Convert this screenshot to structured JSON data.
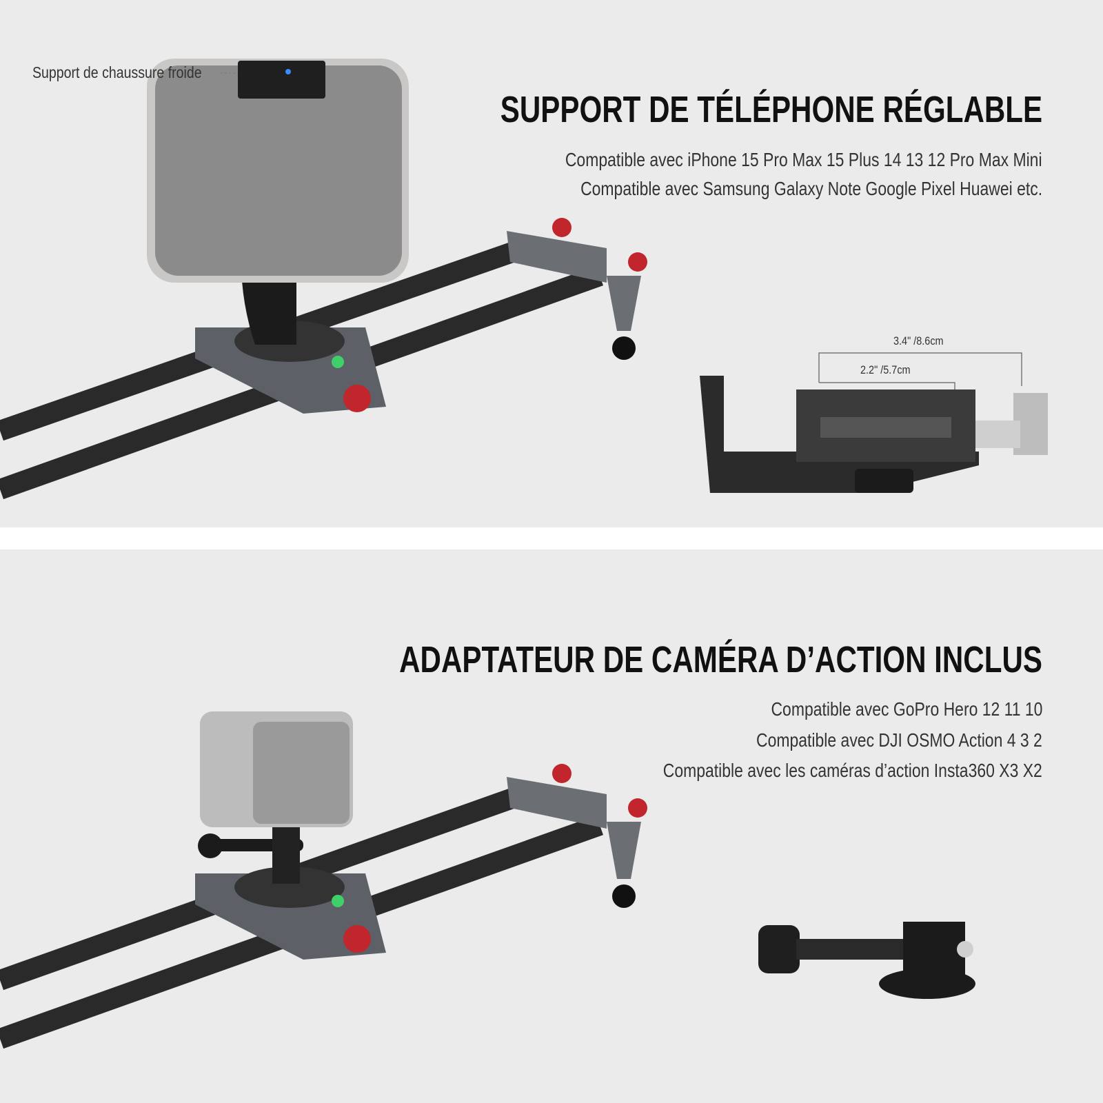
{
  "phone_section": {
    "callout": "Support de chaussure froide",
    "title": "SUPPORT DE TÉLÉPHONE RÉGLABLE",
    "lines": [
      "Compatible avec iPhone 15 Pro Max 15 Plus 14 13 12 Pro Max Mini",
      "Compatible avec Samsung Galaxy Note Google Pixel Huawei etc."
    ],
    "dim_outer": "3.4\" /8.6cm",
    "dim_inner": "2.2\" /5.7cm"
  },
  "camera_section": {
    "title": "ADAPTATEUR DE CAMÉRA D’ACTION INCLUS",
    "lines": [
      "Compatible avec GoPro Hero 12 11 10",
      "Compatible avec DJI OSMO Action 4 3 2",
      "Compatible avec les caméras d’action Insta360 X3 X2"
    ]
  },
  "colors": {
    "background": "#ebebeb",
    "accent_red": "#c0262c",
    "rail": "#2a2a2a"
  }
}
